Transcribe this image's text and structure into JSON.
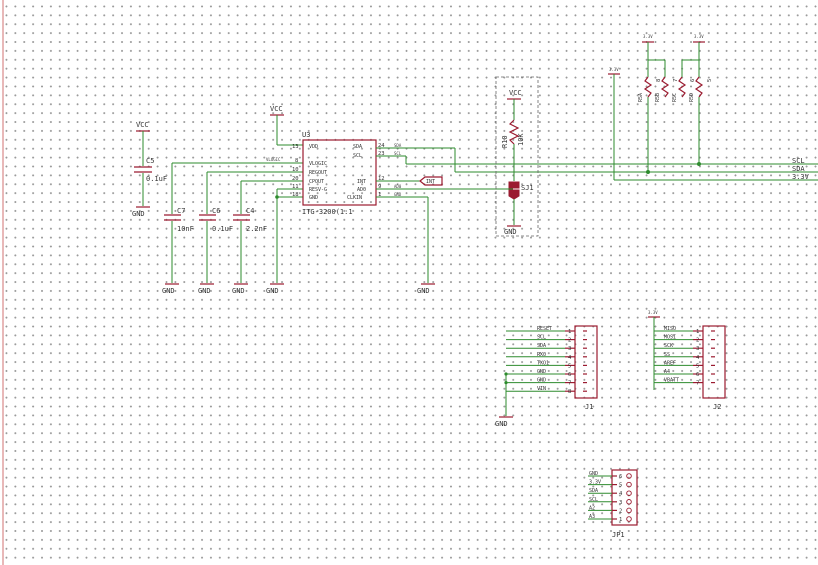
{
  "supply": {
    "vcc": "VCC",
    "v33": "3.3V",
    "gnd": "GND"
  },
  "u3": {
    "ref": "U3",
    "value": "ITG-3200(1:1",
    "left_pins": [
      {
        "name": "VDD",
        "num": "13"
      },
      {
        "name": "VLOGIC",
        "num": "8"
      },
      {
        "name": "REGOUT",
        "num": "10"
      },
      {
        "name": "CPOUT",
        "num": "20"
      },
      {
        "name": "RESV-G",
        "num": "11"
      },
      {
        "name": "GND",
        "num": "18"
      }
    ],
    "right_pins": [
      {
        "name": "SDA",
        "num": "24"
      },
      {
        "name": "SCL",
        "num": "23"
      },
      {
        "name": "INT",
        "num": "12"
      },
      {
        "name": "AD0",
        "num": "9"
      },
      {
        "name": "CLKIN",
        "num": "1"
      }
    ],
    "net_labels": {
      "vlogic": "VLOGIC",
      "sda": "SDA",
      "scl": "SCL",
      "int": "INT",
      "ad0": "AD0",
      "clkin": "GND"
    }
  },
  "caps": [
    {
      "ref": "C5",
      "value": "0.1uF"
    },
    {
      "ref": "C7",
      "value": "10nF"
    },
    {
      "ref": "C6",
      "value": "0.1uF"
    },
    {
      "ref": "C4",
      "value": "2.2nF"
    }
  ],
  "r10": {
    "ref": "R10",
    "value": "10K"
  },
  "sj1": {
    "ref": "SJ1"
  },
  "int_label": "INT",
  "pullups": [
    {
      "ref": "R5A",
      "num": "8"
    },
    {
      "ref": "R5B",
      "num": "7"
    },
    {
      "ref": "R5C",
      "num": "6"
    },
    {
      "ref": "R5D",
      "num": "5"
    }
  ],
  "right_nets": [
    "SCL",
    "SDA",
    "3.3V"
  ],
  "j1": {
    "ref": "J1",
    "labels": [
      "RESET",
      "SCL",
      "SDA",
      "RX0",
      "TXO1",
      "GND",
      "GND",
      "VIN"
    ],
    "pins": [
      "1",
      "2",
      "3",
      "4",
      "5",
      "6",
      "7",
      "8"
    ]
  },
  "j2": {
    "ref": "J2",
    "labels": [
      "MISO",
      "MOSI",
      "SCK",
      "SS",
      "AREF",
      "A4",
      "VBATT"
    ],
    "pins": [
      "1",
      "2",
      "3",
      "4",
      "5",
      "6",
      "7"
    ]
  },
  "jp1": {
    "ref": "JP1",
    "labels": [
      "GND",
      "3.3V",
      "SDA",
      "SCL",
      "A2",
      "A3"
    ],
    "pins": [
      "6",
      "5",
      "4",
      "3",
      "2",
      "1"
    ]
  },
  "colors": {
    "wire": "#2e8b2e",
    "part": "#9b1b30",
    "grid": "#9a9a9a",
    "background": "#ffffff"
  }
}
